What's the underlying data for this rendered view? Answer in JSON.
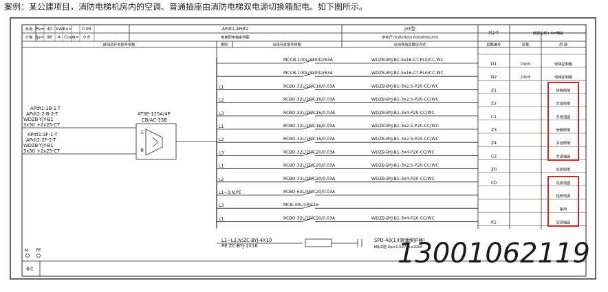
{
  "intro": "案例：某公建项目，消防电梯机房内的空调、普通插座由消防电梯双电源切换箱配电。如下图所示。",
  "header": {
    "calc_label_1": "负荷",
    "calc_label_2": "计算",
    "pe_label": "Pe=",
    "pe_value": "40",
    "pe_unit": "kW",
    "kx_label": "Kx=",
    "kx_value": "0.95",
    "ijs_label": "Ijs=",
    "ijs_value": "96",
    "ijs_unit": "A",
    "cos_label": "CosΦ=",
    "cos_value": "0.6",
    "box_name": "APdt1,APdt2",
    "box_type": "电梯配电箱系统图",
    "jxf_model": "JXF型",
    "jxf_size": "参考尺寸(WxHxD):600x800x250",
    "sheet": "共2个",
    "elevator_room": "底部位移1.4m明装",
    "col_incoming": "进线及开关型号规格",
    "col_phase": "相别",
    "col_outgoing": "出线开关型号规格",
    "col_wire": "出线导线及敷设方式",
    "col_circuit": "回路编号",
    "col_capacity": "容量",
    "col_use": "用 途"
  },
  "incoming": {
    "feeder1_a": "APdt1:1B-1-T",
    "feeder1_b": "APdt2:2-B-2-T",
    "feeder1_c": "WDZB-YJY-B1",
    "feeder1_d": "3x50 +2x25-CT",
    "feeder2_a": "APdt1:3F-1-T",
    "feeder2_b": "APdt2:2F-2-T",
    "feeder2_c": "WDZB-YJY-B1",
    "feeder2_d": "3x50 +2x25-CT",
    "atse_model": "ATSE-125A/4P",
    "atse_class": "CB/AC-33B",
    "atse_main": "主",
    "atse_backup": "备"
  },
  "circuits": [
    {
      "phase": "",
      "breaker": "MCCB-100L/33002/63A",
      "wire": "WDZB-BYJ-B1-5x16-CT-PL0/CC,WC",
      "id": "D1",
      "cap": "20kW",
      "use": "电梯控制箱"
    },
    {
      "phase": "",
      "breaker": "MCCB-100L/33002/63A",
      "wire": "WDZB-BYJ-B1-5x16-CT-PL0/CC,WC",
      "id": "D2",
      "cap": "20kW",
      "use": "电梯控制箱"
    },
    {
      "phase": "L1",
      "breaker": "RCBO-32L/2P/C16/0.03A",
      "wire": "WDZB-BYJ-B1-3x2.5-P20-CC/WC",
      "id": "Z1",
      "cap": "",
      "use": "轿厢照明"
    },
    {
      "phase": "L2",
      "breaker": "RCBO-32L/2P/C16/0.03A",
      "wire": "WDZB-BYJ-B1-3x2.5-P20-CC/WC",
      "id": "Z2",
      "cap": "",
      "use": "井道照明"
    },
    {
      "phase": "L3",
      "breaker": "RCBO-32L/2P/C16/0.03A",
      "wire": "WDZB-BYJ-B1-3x4-P20-CC/WC",
      "id": "C1",
      "cap": "",
      "use": "井道插座"
    },
    {
      "phase": "L1",
      "breaker": "RCBO-32L/2P/C16/0.03A",
      "wire": "WDZB-BYJ-B1-3x2.5-P20-CC/WC",
      "id": "Z3",
      "cap": "",
      "use": "轿厢照明"
    },
    {
      "phase": "L2",
      "breaker": "RCBO-32L/2P/C16/0.03A",
      "wire": "WDZB-BYJ-B1-3x2.5-P20-CC/WC",
      "id": "Z4",
      "cap": "",
      "use": "井道照明"
    },
    {
      "phase": "L3",
      "breaker": "RCBO-32L/2P/C20/0.03A",
      "wire": "WDZB-BYJ-B1-3x4-P20-CC/WC",
      "id": "C2",
      "cap": "",
      "use": "井道插座"
    },
    {
      "phase": "L1",
      "breaker": "RCBO-32L/2P/C20/0.03A",
      "wire": "WDZB-BYJ-B1-3x2.5-P20-CC/WC",
      "id": "Z0",
      "cap": "",
      "use": "机房照明"
    },
    {
      "phase": "L2",
      "breaker": "RCBO-32L/2P/C20/0.03A",
      "wire": "WDZB-BYJ-B1-3x4-P20-CC/WC",
      "id": "C0",
      "cap": "",
      "use": "机房插座"
    },
    {
      "phase": "L1~3,N,PE",
      "breaker": "RCBO-63L/4P/C20/0.03A",
      "wire": "",
      "id": "",
      "cap": "",
      "use": "检修电源"
    },
    {
      "phase": "L3",
      "breaker": "MCB-40L/1P/C16",
      "wire": "",
      "id": "",
      "cap": "",
      "use": "备用"
    },
    {
      "phase": "L1",
      "breaker": "RCBO-32L/2P/C20/0.03A",
      "wire": "WDZB-BYJ-B1-3x4-P20-CC/WC",
      "id": "K1",
      "cap": "",
      "use": "空调插座"
    }
  ],
  "spd": {
    "wire1": "L1~L3,N:ZC-BYJ-4X10",
    "wire2": "PE:ZC-BYJ-1X16",
    "spd_model": "SPD-40(1)(浪涌保护器)",
    "spd_spec": "Ⅱ级试验,Up≤1.5kV,In≥20kA"
  },
  "ground": {
    "n": "N",
    "pe": "PE",
    "note": "备注"
  },
  "watermark": "13001062119"
}
